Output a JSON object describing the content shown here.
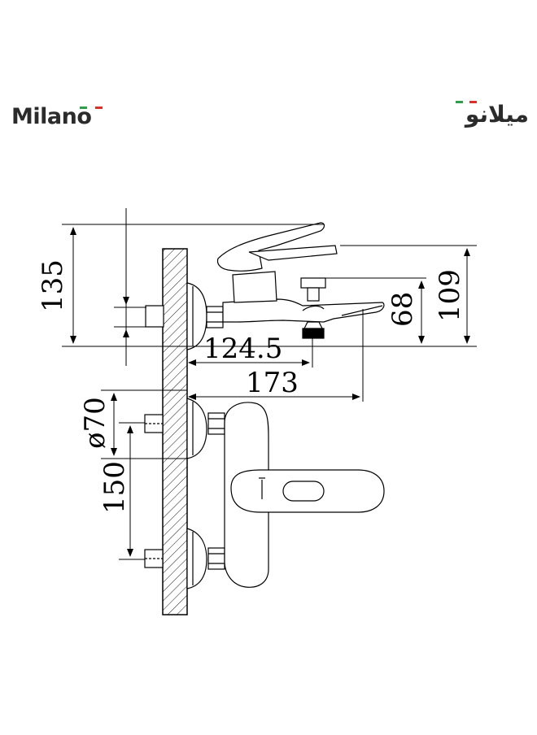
{
  "brand": {
    "latin_name": "Milano",
    "arabic_name": "ميلانو",
    "flag_colors": [
      "#2e9e4a",
      "#ffffff",
      "#d8312a"
    ]
  },
  "diagram": {
    "dimensions": {
      "height_total": "135",
      "spout_reach_inner": "124.5",
      "spout_reach_outer": "173",
      "spout_height": "68",
      "overall_height": "109",
      "flange_diameter": "ø70",
      "inlet_spacing": "150"
    }
  }
}
